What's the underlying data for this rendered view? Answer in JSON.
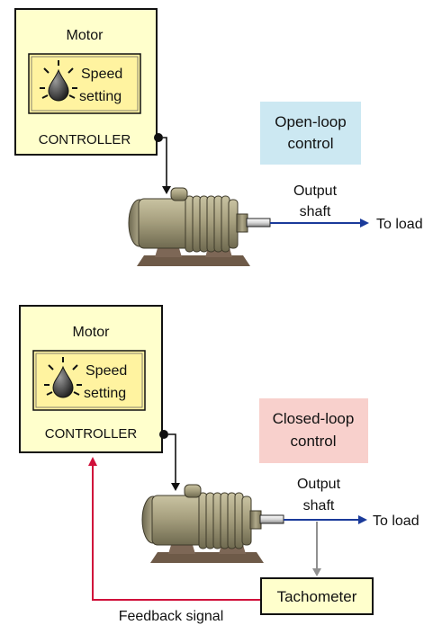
{
  "open_loop": {
    "controller_title": "Motor",
    "speed_label_line1": "Speed",
    "speed_label_line2": "setting",
    "controller_label": "CONTROLLER",
    "mode_label_line1": "Open-loop",
    "mode_label_line2": "control",
    "output_label_line1": "Output",
    "output_label_line2": "shaft",
    "load_label": "To load"
  },
  "closed_loop": {
    "controller_title": "Motor",
    "speed_label_line1": "Speed",
    "speed_label_line2": "setting",
    "controller_label": "CONTROLLER",
    "mode_label_line1": "Closed-loop",
    "mode_label_line2": "control",
    "output_label_line1": "Output",
    "output_label_line2": "shaft",
    "load_label": "To load",
    "tachometer_label": "Tachometer",
    "feedback_label": "Feedback signal"
  },
  "colors": {
    "controller_fill": "#ffffcc",
    "speed_panel_fill": "#fff3a0",
    "open_loop_badge": "#cce8f2",
    "closed_loop_badge": "#f8d0cc",
    "shaft_arrow": "#1a3a9a",
    "feedback_line": "#d0103a",
    "sensor_line": "#909090",
    "motor_body": "#9b9477",
    "motor_base": "#6e5a48"
  },
  "icons": [
    "speed-knob-icon",
    "motor-icon",
    "arrow-icon"
  ]
}
